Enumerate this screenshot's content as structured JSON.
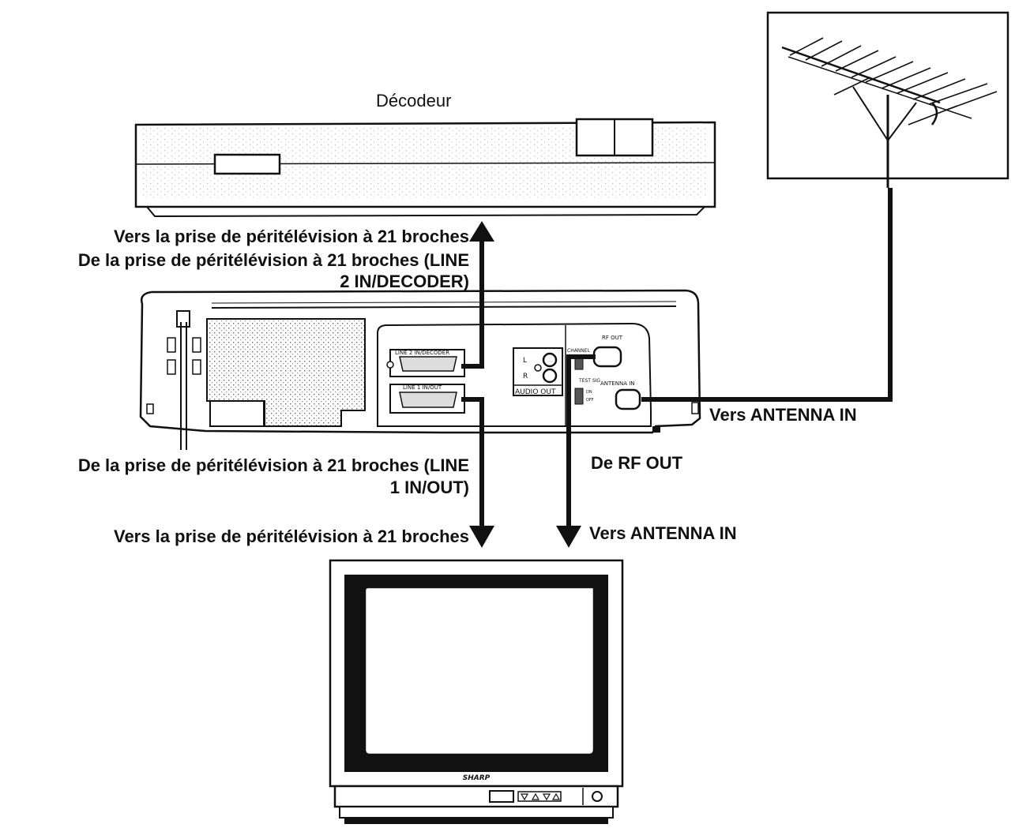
{
  "labels": {
    "decoder_title": "Décodeur",
    "decoder_scart_to": "Vers la prise de péritélévision à 21 broches",
    "line2_from_a": "De la prise de péritélévision à 21 broches (LINE",
    "line2_from_b": "2 IN/DECODER)",
    "line1_from_a": "De la prise de péritélévision à 21 broches (LINE",
    "line1_from_b": "1 IN/OUT)",
    "tv_scart_to": "Vers la prise de péritélévision à 21 broches",
    "antenna_in_vcr": "Vers ANTENNA IN",
    "rf_out_from": "De RF OUT",
    "antenna_in_tv": "Vers ANTENNA IN"
  },
  "vcr_panel": {
    "line2_jack": "LINE 2 IN/DECODER",
    "line1_jack": "LINE 1 IN/OUT",
    "audio_left": "L",
    "audio_right": "R",
    "audio_out": "AUDIO OUT",
    "channel": "CHANNEL",
    "rf_out": "RF OUT",
    "test_sig": "TEST SIG",
    "on": "ON",
    "off": "OFF",
    "antenna_in": "ANTENNA IN"
  },
  "tv": {
    "brand": "SHARP"
  }
}
